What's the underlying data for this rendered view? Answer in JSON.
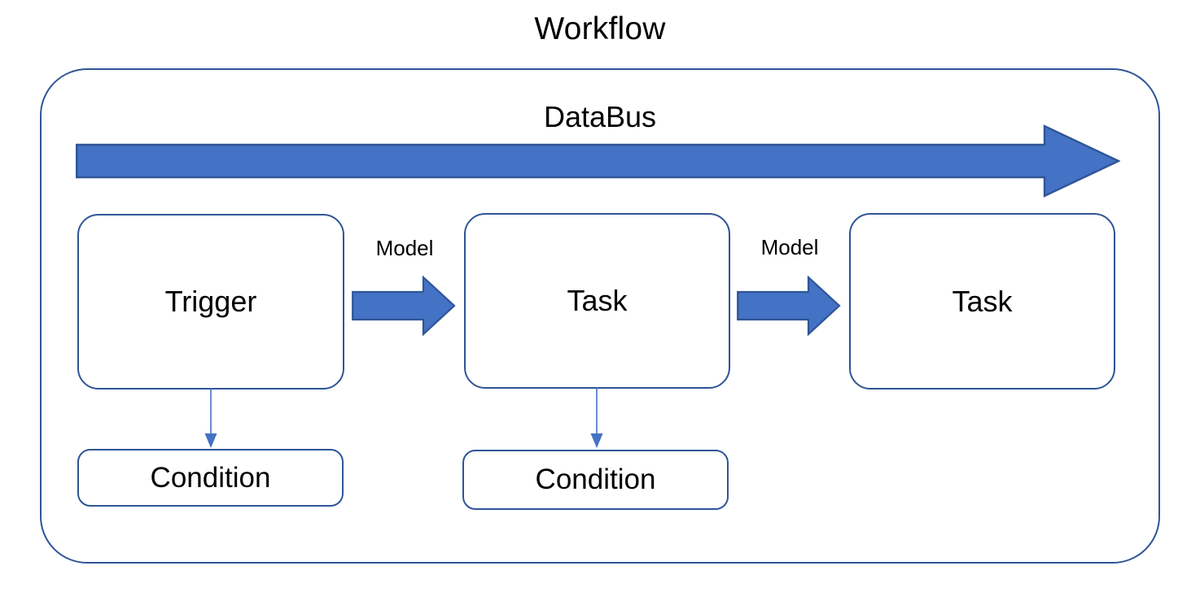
{
  "diagram": {
    "title": "Workflow",
    "container_label": "Workflow",
    "bus": {
      "label": "DataBus",
      "icon": "right-block-arrow-icon",
      "direction": "left-to-right"
    },
    "nodes": [
      {
        "id": "trigger",
        "label": "Trigger",
        "type": "task"
      },
      {
        "id": "task-1",
        "label": "Task",
        "type": "task"
      },
      {
        "id": "task-2",
        "label": "Task",
        "type": "task"
      },
      {
        "id": "condition-1",
        "label": "Condition",
        "type": "condition"
      },
      {
        "id": "condition-2",
        "label": "Condition",
        "type": "condition"
      }
    ],
    "flow_arrows": [
      {
        "id": "model-arrow-1",
        "label": "Model",
        "from": "trigger",
        "to": "task-1"
      },
      {
        "id": "model-arrow-2",
        "label": "Model",
        "from": "task-1",
        "to": "task-2"
      }
    ],
    "connectors": [
      {
        "id": "connector-1",
        "from": "trigger",
        "to": "condition-1",
        "style": "thin-arrow"
      },
      {
        "id": "connector-2",
        "from": "task-1",
        "to": "condition-2",
        "style": "thin-arrow"
      }
    ],
    "colors": {
      "arrow_fill": "#4472c4",
      "arrow_stroke": "#2f5597",
      "box_border": "#2f5597",
      "box_fill": "#ffffff",
      "text": "#000000",
      "background": "#ffffff"
    }
  }
}
